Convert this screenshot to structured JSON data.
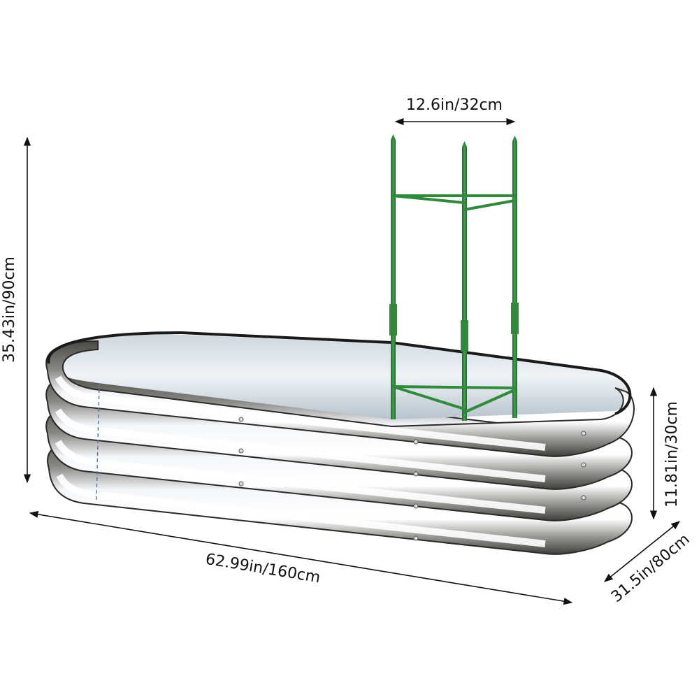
{
  "product": {
    "name": "Oval metal raised garden bed with trellis",
    "colors": {
      "bed_metal_dark": "#5f5d5a",
      "bed_metal_light": "#e9eef2",
      "bed_rim": "#1a1a1a",
      "trellis_green": "#2e8b3a",
      "trellis_green_dark": "#1f6a2a",
      "dimension_line": "#111111"
    }
  },
  "dimensions": {
    "trellis_width": "12.6in/32cm",
    "total_height": "35.43in/90cm",
    "length": "62.99in/160cm",
    "bed_height": "11.81in/30cm",
    "width": "31.5in/80cm"
  }
}
